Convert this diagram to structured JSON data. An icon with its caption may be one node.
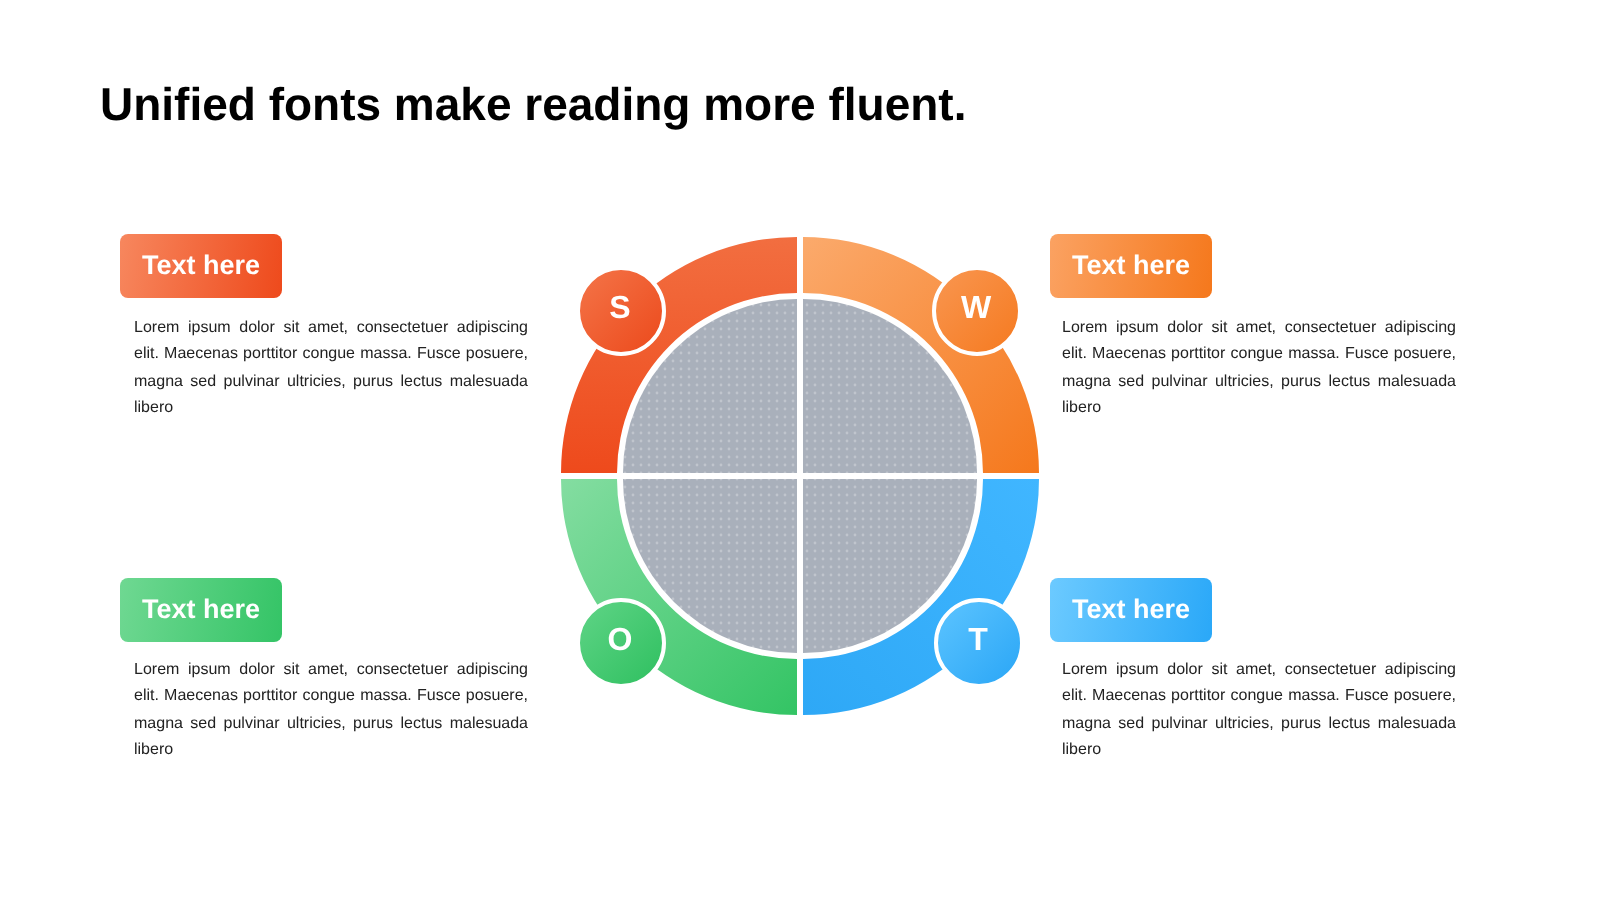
{
  "diagram": {
    "title": "Unified fonts make reading more fluent.",
    "nodes": [
      {
        "text": [
          "Text here"
        ],
        "beside": [
          "Lorem ipsum dolor sit amet, consectetuer adipiscing elit. Maecenas porttitor congue massa. Fusce posuere, magna sed pulvinar ultricies, purus lectus malesuada libero"
        ]
      },
      {
        "text": [
          "S"
        ]
      },
      {
        "text": [
          "W"
        ]
      },
      {
        "text": [
          "Text here"
        ],
        "beside": [
          "Lorem ipsum dolor sit amet, consectetuer adipiscing elit. Maecenas porttitor congue massa. Fusce posuere, magna sed pulvinar ultricies, purus lectus malesuada libero"
        ]
      },
      {
        "text": [
          "Text here"
        ],
        "beside": [
          "Lorem ipsum dolor sit amet, consectetuer adipiscing elit. Maecenas porttitor congue massa. Fusce posuere, magna sed pulvinar ultricies, purus lectus malesuada libero"
        ]
      },
      {
        "text": [
          "O"
        ]
      },
      {
        "text": [
          "T"
        ]
      },
      {
        "text": [
          "Text here"
        ],
        "beside": [
          "Lorem ipsum dolor sit amet, consectetuer adipiscing elit. Maecenas porttitor congue massa. Fusce posuere, magna sed pulvinar ultricies, purus lectus malesuada libero"
        ]
      }
    ]
  }
}
